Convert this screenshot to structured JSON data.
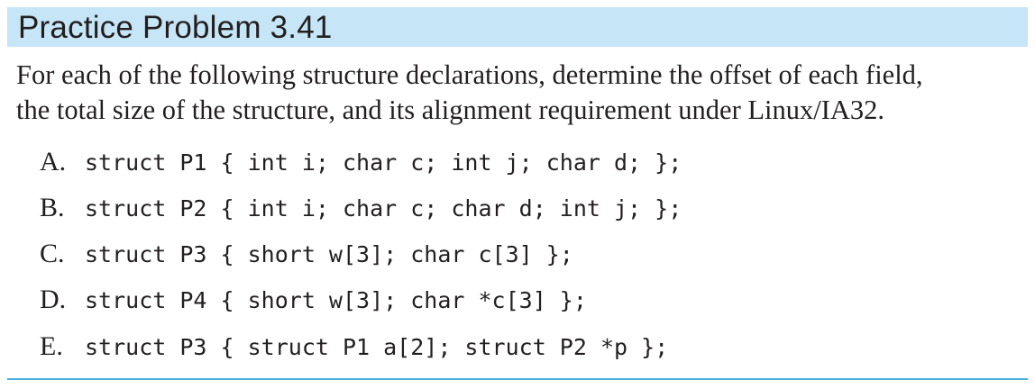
{
  "header": {
    "title": "Practice Problem 3.41"
  },
  "intro": {
    "line1": "For each of the following structure declarations, determine the offset of each field,",
    "line2": "the total size of the structure, and its alignment requirement under Linux/IA32."
  },
  "items": [
    {
      "letter": "A.",
      "code": "struct P1 { int i; char c; int j; char d; };"
    },
    {
      "letter": "B.",
      "code": "struct P2 { int i; char c; char d; int j; };"
    },
    {
      "letter": "C.",
      "code": "struct P3 { short w[3]; char c[3] };"
    },
    {
      "letter": "D.",
      "code": "struct P4 { short w[3]; char *c[3] };"
    },
    {
      "letter": "E.",
      "code": "struct P3 { struct P1 a[2]; struct P2 *p };"
    }
  ],
  "colors": {
    "header_background": "#c6e6f7",
    "rule": "#4aaee0",
    "text": "#231f20"
  }
}
